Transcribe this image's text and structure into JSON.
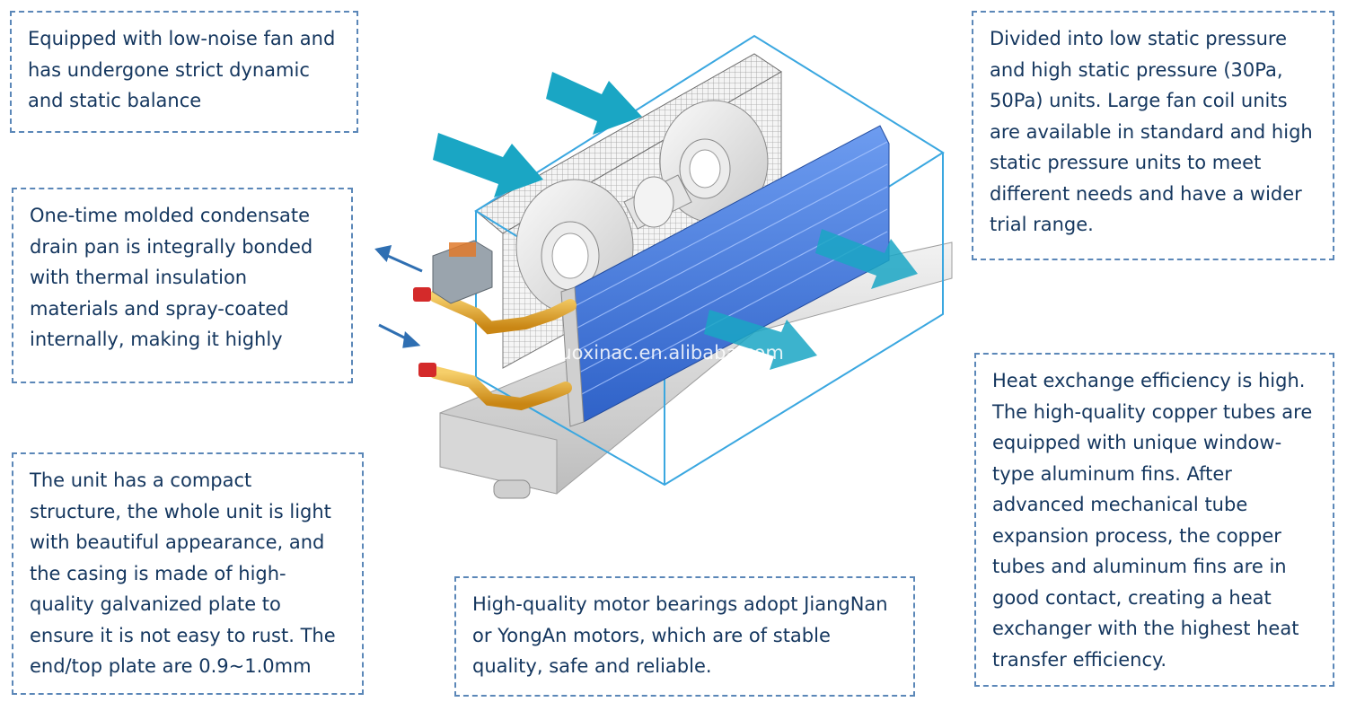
{
  "callouts": {
    "fan": "Equipped with low-noise fan and has undergone strict dynamic and static balance",
    "drain_pan": "One-time molded condensate drain pan is integrally bonded with thermal insulation materials and spray-coated internally, making it highly",
    "structure": "The unit has a compact structure, the whole unit is light with beautiful appearance, and the casing is made of high-quality galvanized plate to ensure it is not easy to rust. The end/top plate are 0.9~1.0mm",
    "motor": "High-quality motor bearings adopt JiangNan or YongAn motors, which are of stable quality, safe and reliable.",
    "static_pressure": "Divided into low static pressure and high static pressure (30Pa, 50Pa) units. Large fan coil units are available in standard and high static pressure units to meet different needs and have a wider trial range.",
    "heat_exchange": "Heat exchange efficiency is high. The high-quality copper tubes are equipped with unique window-type aluminum fins. After advanced mechanical tube expansion process, the copper tubes and aluminum fins are in good contact, creating a heat exchanger with the highest heat transfer efficiency."
  },
  "watermark": "nuoxinac.en.alibaba.com",
  "colors": {
    "box_border": "#5b87b8",
    "text": "#14365e",
    "airflow_arrow": "#1aa6c4",
    "coil_blue": "#3d74d6",
    "casing_outline": "#3aa7e0",
    "pipe_gold": "#e0a22c",
    "valve_red": "#d42a2a"
  },
  "icons": [
    "fan-coil-unit-illustration",
    "airflow-arrow-icon",
    "water-flow-arrow-icon",
    "valve-icon",
    "control-box-icon"
  ]
}
